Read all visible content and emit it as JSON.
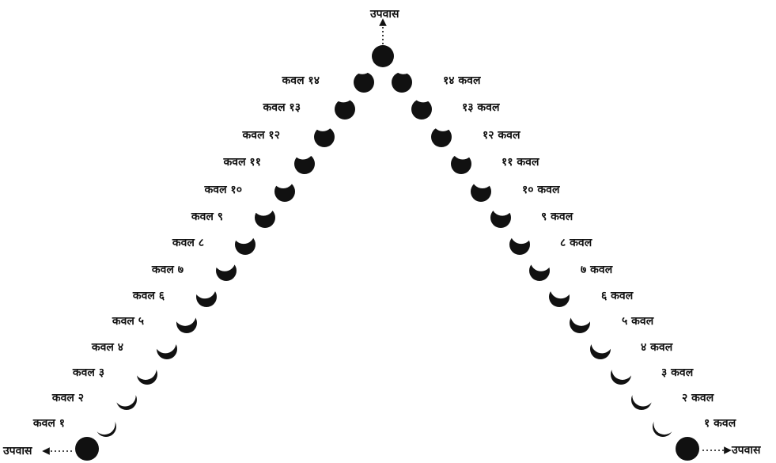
{
  "colors": {
    "ink": "#111111",
    "background": "#ffffff"
  },
  "top_label": "उपवास",
  "bottom_left_label": "उपवास",
  "bottom_right_label": "उपवास",
  "left_arm": [
    {
      "label": "कवल १४",
      "phase": 14
    },
    {
      "label": "कवल १३",
      "phase": 13
    },
    {
      "label": "कवल १२",
      "phase": 12
    },
    {
      "label": "कवल ११",
      "phase": 11
    },
    {
      "label": "कवल १०",
      "phase": 10
    },
    {
      "label": "कवल ९",
      "phase": 9
    },
    {
      "label": "कवल ८",
      "phase": 8
    },
    {
      "label": "कवल ७",
      "phase": 7
    },
    {
      "label": "कवल ६",
      "phase": 6
    },
    {
      "label": "कवल ५",
      "phase": 5
    },
    {
      "label": "कवल ४",
      "phase": 4
    },
    {
      "label": "कवल ३",
      "phase": 3
    },
    {
      "label": "कवल २",
      "phase": 2
    },
    {
      "label": "कवल १",
      "phase": 1
    }
  ],
  "right_arm": [
    {
      "label": "१४ कवल",
      "phase": 14
    },
    {
      "label": "१३ कवल",
      "phase": 13
    },
    {
      "label": "१२ कवल",
      "phase": 12
    },
    {
      "label": "११ कवल",
      "phase": 11
    },
    {
      "label": "१० कवल",
      "phase": 10
    },
    {
      "label": "९ कवल",
      "phase": 9
    },
    {
      "label": "८ कवल",
      "phase": 8
    },
    {
      "label": "७ कवल",
      "phase": 7
    },
    {
      "label": "६ कवल",
      "phase": 6
    },
    {
      "label": "५ कवल",
      "phase": 5
    },
    {
      "label": "४ कवल",
      "phase": 4
    },
    {
      "label": "३ कवल",
      "phase": 3
    },
    {
      "label": "२ कवल",
      "phase": 2
    },
    {
      "label": "१ कवल",
      "phase": 1
    }
  ]
}
